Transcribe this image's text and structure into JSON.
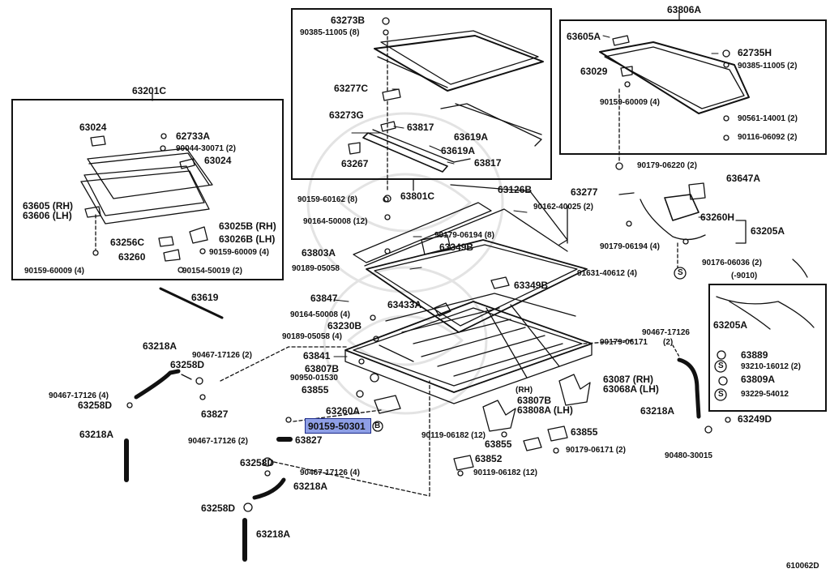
{
  "diagram_code": "610062D",
  "highlight": {
    "part": "90159-50301",
    "marker": "B"
  },
  "groups": {
    "sunshade": "63201C",
    "glass_frame": "63801C",
    "glass_assy": "63806A"
  },
  "labels": {
    "a63024_top": "63024",
    "a62733A": "62733A",
    "a90044": "90044-30071 (2)",
    "a63024_mid": "63024",
    "a63605RH": "63605 (RH)",
    "a63606LH": "63606 (LH)",
    "a63025B": "63025B (RH)",
    "a63026B": "63026B (LH)",
    "a63256C": "63256C",
    "a90159_L": "90159-60009 (4)",
    "a63260": "63260",
    "a90154": "90154-50019 (2)",
    "a90159_L2": "90159-60009 (4)",
    "a63619": "63619",
    "a63273B": "63273B",
    "a90385_C": "90385-11005 (8)",
    "a63277C": "63277C",
    "a63273G": "63273G",
    "a63817_a": "63817",
    "a63619A_a": "63619A",
    "a63619A_b": "63619A",
    "a63267": "63267",
    "a63817_b": "63817",
    "a63605A": "63605A",
    "a62735H": "62735H",
    "a63029": "63029",
    "a90385_R": "90385-11005 (2)",
    "a90159_R": "90159-60009 (4)",
    "a90561": "90561-14001 (2)",
    "a90116": "90116-06092 (2)",
    "a90179_06220": "90179-06220 (2)",
    "a90159_60162": "90159-60162 (8)",
    "a63126B": "63126B",
    "a63277": "63277",
    "a63647A": "63647A",
    "a90162": "90162-40025 (2)",
    "a63260H": "63260H",
    "a63205A_top": "63205A",
    "a90164_a": "90164-50008 (12)",
    "a90179_8": "90179-06194 (8)",
    "a63349B_a": "63349B",
    "a63803A": "63803A",
    "a90179_06194_4": "90179-06194 (4)",
    "a90189_a": "90189-05058",
    "a91631": "91631-40612 (4)",
    "a90176": "90176-06036 (2)",
    "a9010": "(-9010)",
    "a63847": "63847",
    "a63349B_b": "63349B",
    "a63433A": "63433A",
    "a90164_b": "90164-50008 (4)",
    "a63230B": "63230B",
    "a90189_b": "90189-05058 (4)",
    "a63205A_box": "63205A",
    "a90467_R": "90467-17126",
    "a90179_06171_top": "90179-06171",
    "a90467_R2": "(2)",
    "a63841": "63841",
    "a63807B_a": "63807B",
    "a63889": "63889",
    "a93210": "93210-16012 (2)",
    "a63809A": "63809A",
    "a93229": "93229-54012",
    "a90950": "90950-01530",
    "a63087": "63087  (RH)",
    "a63068A": "63068A (LH)",
    "a63855_a": "63855",
    "a63807B_b": "63807B",
    "a63808A": "63808A (LH)",
    "aRH": "(RH)",
    "a63218A_R": "63218A",
    "a63249D": "63249D",
    "a63260A": "63260A",
    "a63855_b": "63855",
    "a63855_c": "63855",
    "a90119_a": "90119-06182 (12)",
    "a90179_06171_2": "90179-06171 (2)",
    "a63852": "63852",
    "a90119_b": "90119-06182 (12)",
    "a90480": "90480-30015",
    "a63218A_L": "63218A",
    "a63258D_a": "63258D",
    "a90467_a": "90467-17126 (2)",
    "a90467_b": "90467-17126 (4)",
    "a63258D_b": "63258D",
    "a63827_a": "63827",
    "a63218A_L2": "63218A",
    "a90467_c": "90467-17126 (2)",
    "a63827_b": "63827",
    "a63258D_c": "63258D",
    "a90467_d": "90467-17126 (4)",
    "a63218A_c": "63218A",
    "a63258D_d": "63258D",
    "a63218A_d": "63218A",
    "s_marker_a": "S",
    "s_marker_b": "S",
    "s_marker_c": "S"
  }
}
